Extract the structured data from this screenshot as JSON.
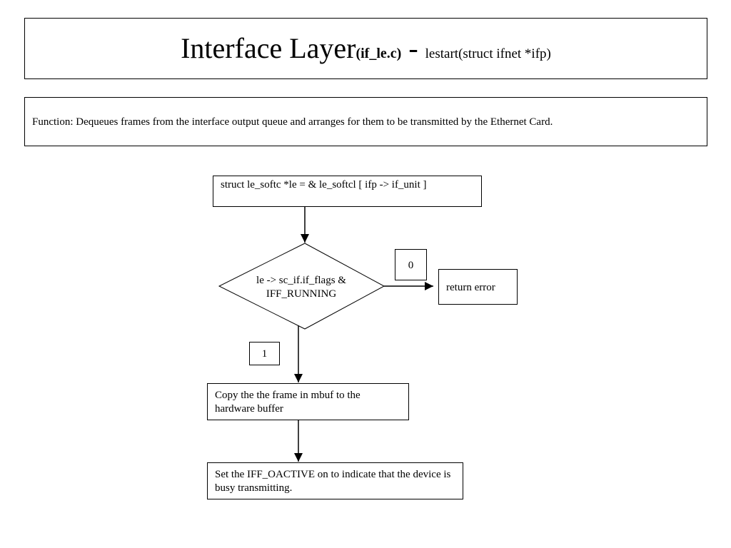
{
  "title": {
    "main": "Interface Layer",
    "file": "(if_le.c)",
    "separator": "-",
    "signature": "lestart(struct ifnet *ifp)"
  },
  "description": "Function: Dequeues frames from the interface output queue and arranges for them to be transmitted by the Ethernet Card.",
  "flowchart": {
    "init_step": "struct le_softc *le = & le_softcl [ ifp -> if_unit ]",
    "decision_line1": "le -> sc_if.if_flags &",
    "decision_line2": "IFF_RUNNING",
    "branch_false_label": "0",
    "error_step": "return error",
    "branch_true_label": "1",
    "copy_step": "Copy the the frame in mbuf to the hardware buffer",
    "set_step": "Set the IFF_OACTIVE on to indicate that the device is busy transmitting."
  }
}
